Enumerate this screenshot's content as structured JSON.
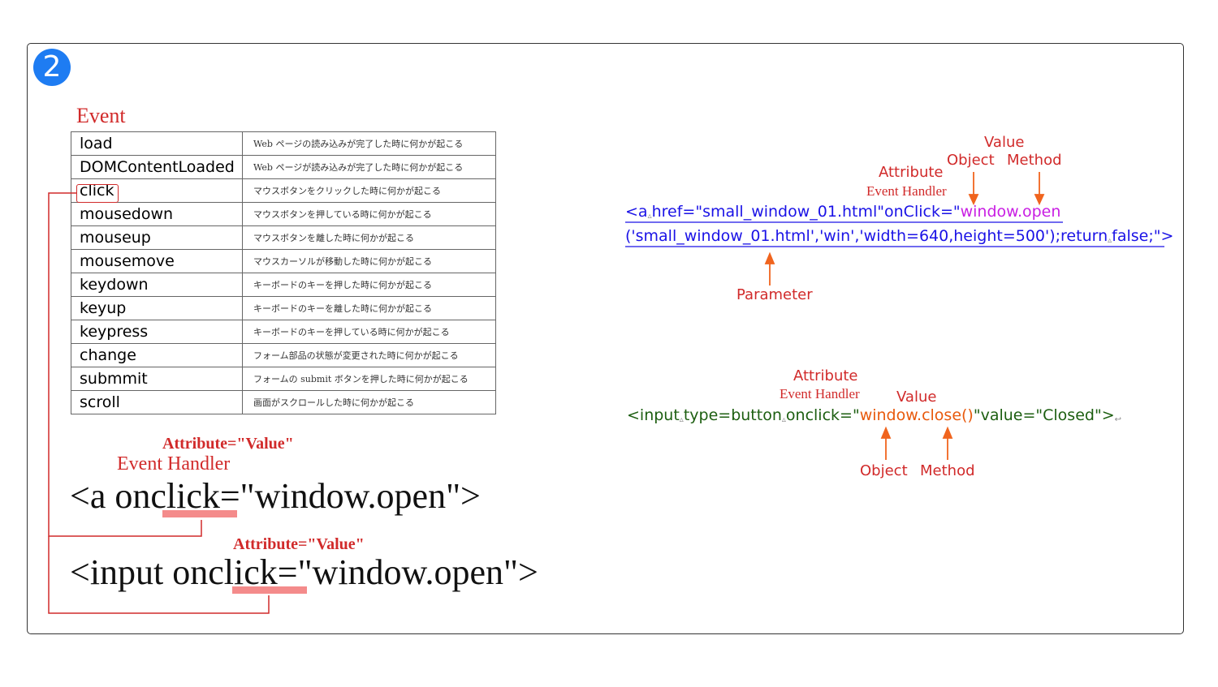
{
  "step_number": "2",
  "event_title": "Event",
  "events": [
    {
      "name": "load",
      "desc": "Web ページの読み込みが完了した時に何かが起こる"
    },
    {
      "name": "DOMContentLoaded",
      "desc": "Web ページが読み込みが完了した時に何かが起こる"
    },
    {
      "name": "click",
      "desc": "マウスボタンをクリックした時に何かが起こる"
    },
    {
      "name": "mousedown",
      "desc": "マウスボタンを押している時に何かが起こる"
    },
    {
      "name": "mouseup",
      "desc": "マウスボタンを離した時に何かが起こる"
    },
    {
      "name": "mousemove",
      "desc": "マウスカーソルが移動した時に何かが起こる"
    },
    {
      "name": "keydown",
      "desc": "キーボードのキーを押した時に何かが起こる"
    },
    {
      "name": "keyup",
      "desc": "キーボードのキーを離した時に何かが起こる"
    },
    {
      "name": "keypress",
      "desc": "キーボードのキーを押している時に何かが起こる"
    },
    {
      "name": "change",
      "desc": "フォーム部品の状態が変更された時に何かが起こる"
    },
    {
      "name": "submmit",
      "desc": "フォームの submit ボタンを押した時に何かが起こる"
    },
    {
      "name": "scroll",
      "desc": "画面がスクロールした時に何かが起こる"
    }
  ],
  "left_examples": {
    "attr_value_1": "Attribute=\"Value\"",
    "event_handler_1": "Event Handler",
    "line1": "<a onclick=\"window.open\">",
    "attr_value_2": "Attribute=\"Value\"",
    "line2": "<input onclick=\"window.open\">"
  },
  "right_example_1": {
    "value_label": "Value",
    "object_label": "Object",
    "method_label": "Method",
    "attribute_label": "Attribute",
    "event_handler_label": "Event Handler",
    "code_part1": "<a",
    "code_part2": "href=\"small_window_01.html\"onClick=\"",
    "code_method": "window.open",
    "code_line2a": "('small_window_01.html','win','width=640,height=500');return",
    "code_line2b": "false;\">",
    "parameter_label": "Parameter"
  },
  "right_example_2": {
    "attribute_label": "Attribute",
    "event_handler_label": "Event Handler",
    "value_label": "Value",
    "code_part1": "<input",
    "code_part2": "type=button",
    "code_part3": "onclick=\"",
    "code_method": "window.close()",
    "code_part4": "\"value=\"Closed\">",
    "object_label": "Object",
    "method_label": "Method"
  },
  "colors": {
    "frame": "#333333",
    "badge": "#1e7cf2",
    "accent_red": "#d12a2a",
    "underline_pink": "#f48b8b",
    "code_blue": "#1a12e6",
    "code_magenta": "#c91fe3",
    "code_green": "#1c5e10",
    "code_orange": "#e8590c"
  }
}
